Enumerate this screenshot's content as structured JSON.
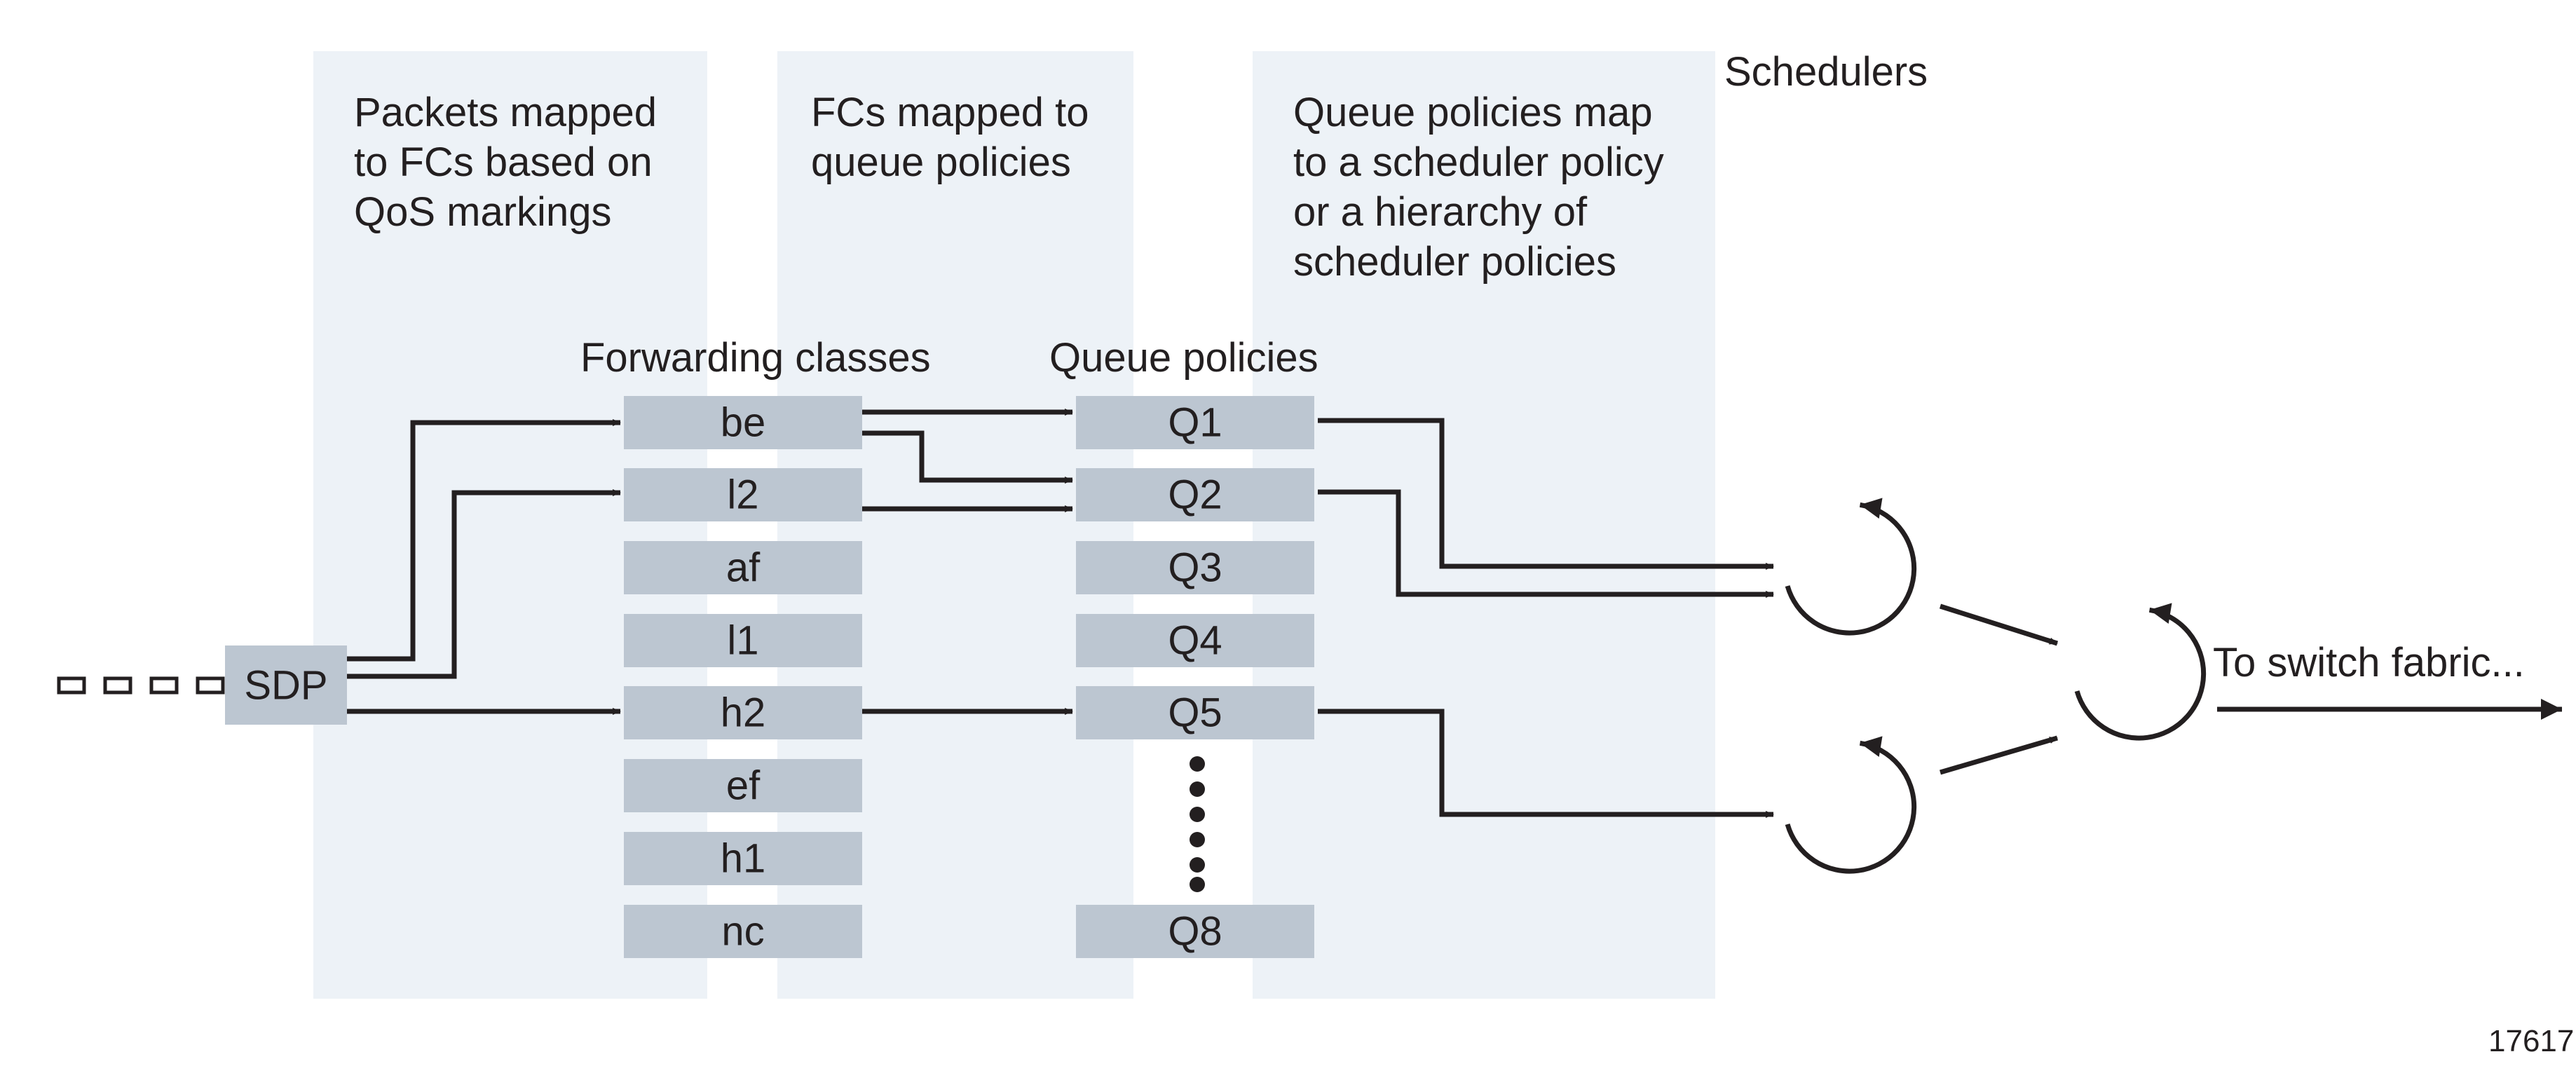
{
  "panels": {
    "packets_to_fcs": [
      "Packets mapped",
      "to FCs based on",
      "QoS markings"
    ],
    "fcs_to_queues": [
      "FCs mapped to",
      "queue policies"
    ],
    "queues_to_schedulers": [
      "Queue policies map",
      "to a scheduler policy",
      "or a hierarchy of",
      "scheduler policies"
    ]
  },
  "schedulers_label": "Schedulers",
  "forwarding_classes_label": "Forwarding classes",
  "queue_policies_label": "Queue policies",
  "sdp_label": "SDP",
  "forwarding_classes": [
    "be",
    "l2",
    "af",
    "l1",
    "h2",
    "ef",
    "h1",
    "nc"
  ],
  "queues": [
    "Q1",
    "Q2",
    "Q3",
    "Q4",
    "Q5",
    "Q8"
  ],
  "output_label": "To switch fabric...",
  "figure_id": "17617",
  "colors": {
    "panel": "#edf2f7",
    "box": "#bcc6d1",
    "line": "#231f20"
  }
}
